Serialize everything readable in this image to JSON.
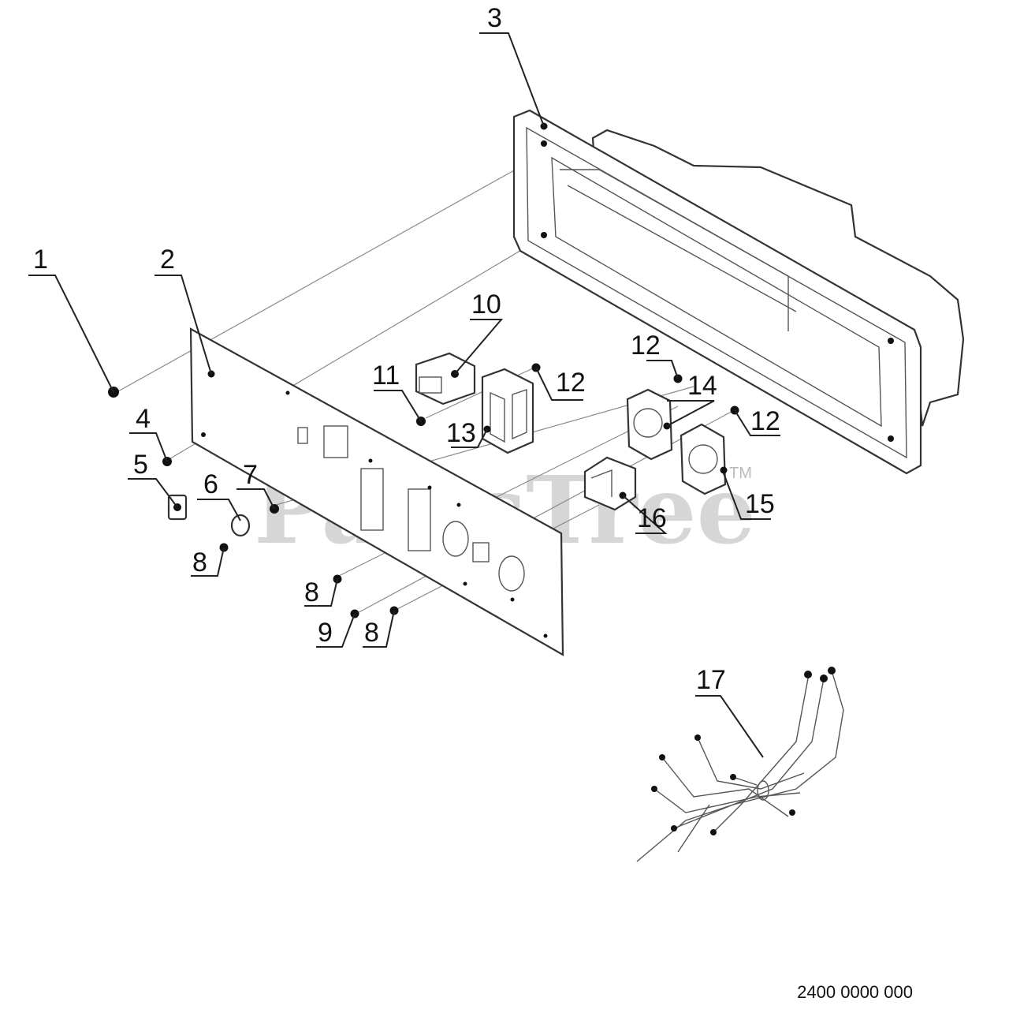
{
  "watermark": {
    "text": "PartsTree",
    "tm": "TM"
  },
  "diagram_code": "2400 0000 000",
  "callouts": {
    "c1": "1",
    "c2": "2",
    "c3": "3",
    "c4": "4",
    "c5": "5",
    "c6": "6",
    "c7": "7",
    "c8a": "8",
    "c8b": "8",
    "c8c": "8",
    "c9": "9",
    "c10": "10",
    "c11": "11",
    "c12a": "12",
    "c12b": "12",
    "c12c": "12",
    "c13": "13",
    "c14": "14",
    "c15": "15",
    "c16": "16",
    "c17": "17"
  }
}
